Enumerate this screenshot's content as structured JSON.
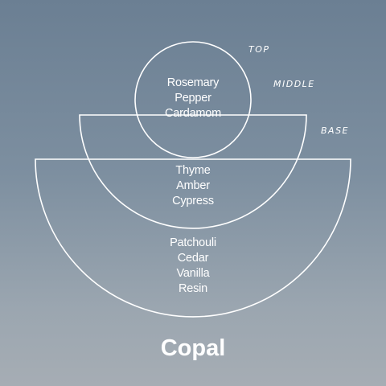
{
  "tiers": {
    "top": {
      "label": "TOP",
      "notes": [
        "Rosemary",
        "Pepper",
        "Cardamom"
      ]
    },
    "middle": {
      "label": "MIDDLE",
      "notes": [
        "Thyme",
        "Amber",
        "Cypress"
      ]
    },
    "base": {
      "label": "BASE",
      "notes": [
        "Patchouli",
        "Cedar",
        "Vanilla",
        "Resin"
      ]
    }
  },
  "product_name": "Copal",
  "colors": {
    "line": "#ffffff",
    "text": "#ffffff",
    "background_top": "#6b7f93",
    "background_bottom": "#a6adb4"
  }
}
